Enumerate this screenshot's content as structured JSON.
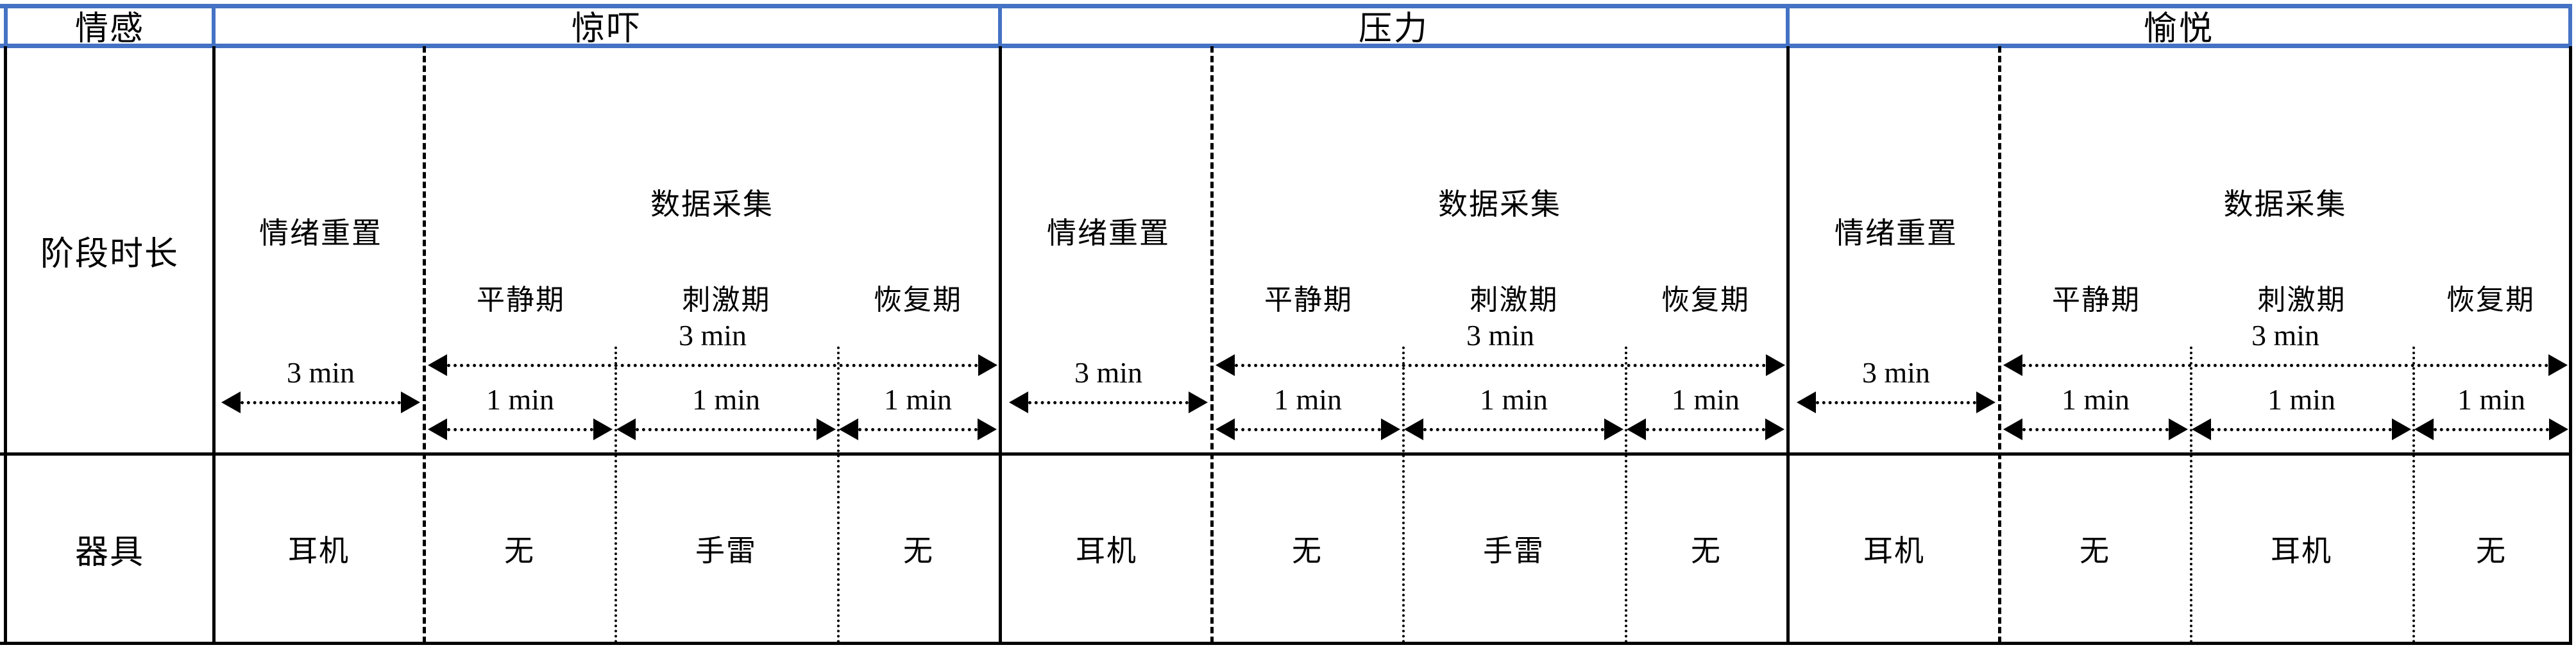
{
  "table": {
    "row_labels": {
      "emotion": "情感",
      "phase_duration": "阶段时长",
      "apparatus": "器具"
    },
    "emotions": [
      {
        "name": "惊吓",
        "reset": {
          "label": "情绪重置",
          "duration": "3 min"
        },
        "collection": {
          "label": "数据采集",
          "total_duration": "3 min",
          "phases": [
            {
              "label": "平静期",
              "duration": "1 min",
              "apparatus": "无"
            },
            {
              "label": "刺激期",
              "duration": "1 min",
              "apparatus": "手雷"
            },
            {
              "label": "恢复期",
              "duration": "1 min",
              "apparatus": "无"
            }
          ]
        },
        "reset_apparatus": "耳机"
      },
      {
        "name": "压力",
        "reset": {
          "label": "情绪重置",
          "duration": "3 min"
        },
        "collection": {
          "label": "数据采集",
          "total_duration": "3 min",
          "phases": [
            {
              "label": "平静期",
              "duration": "1 min",
              "apparatus": "无"
            },
            {
              "label": "刺激期",
              "duration": "1 min",
              "apparatus": "手雷"
            },
            {
              "label": "恢复期",
              "duration": "1 min",
              "apparatus": "无"
            }
          ]
        },
        "reset_apparatus": "耳机"
      },
      {
        "name": "愉悦",
        "reset": {
          "label": "情绪重置",
          "duration": "3 min"
        },
        "collection": {
          "label": "数据采集",
          "total_duration": "3 min",
          "phases": [
            {
              "label": "平静期",
              "duration": "1 min",
              "apparatus": "无"
            },
            {
              "label": "刺激期",
              "duration": "1 min",
              "apparatus": "耳机"
            },
            {
              "label": "恢复期",
              "duration": "1 min",
              "apparatus": "无"
            }
          ]
        },
        "reset_apparatus": "耳机"
      }
    ],
    "colors": {
      "header_border": "#4472C4",
      "body_border": "#000000",
      "background": "#ffffff"
    }
  }
}
